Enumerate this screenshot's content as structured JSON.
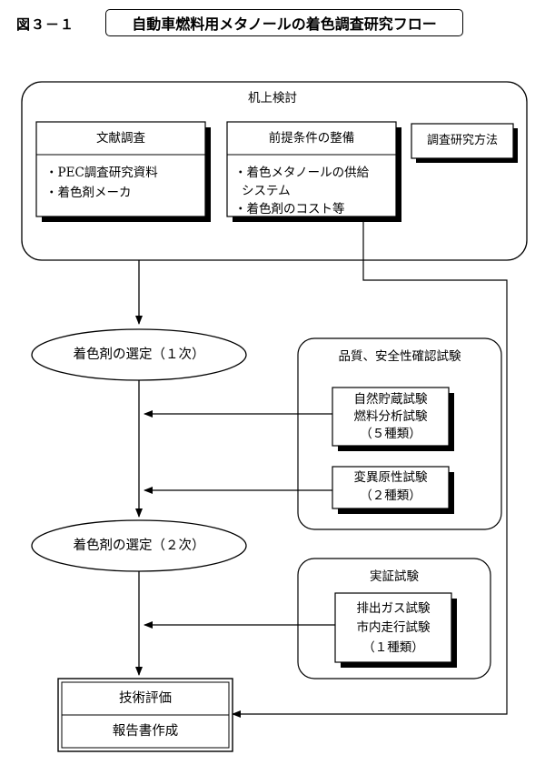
{
  "figure_label": "図３－１",
  "title": "自動車燃料用メタノールの着色調査研究フロー",
  "desk_study": {
    "heading": "机上検討",
    "literature": {
      "title": "文献調査",
      "items": [
        "・PEC調査研究資料",
        "・着色剤メーカ"
      ]
    },
    "prerequisites": {
      "title": "前提条件の整備",
      "items": [
        "・着色メタノールの供給",
        "システム",
        "・着色剤のコスト等"
      ]
    },
    "method": "調査研究方法"
  },
  "selection_1": "着色剤の選定（１次）",
  "quality_tests": {
    "heading": "品質、安全性確認試験",
    "box1": [
      "自然貯蔵試験",
      "燃料分析試験",
      "（５種類）"
    ],
    "box2": [
      "変異原性試験",
      "（２種類）"
    ]
  },
  "selection_2": "着色剤の選定（２次）",
  "demo_tests": {
    "heading": "実証試験",
    "box1": [
      "排出ガス試験",
      "市内走行試験",
      "（１種類）"
    ]
  },
  "final": {
    "evaluation": "技術評価",
    "report": "報告書作成"
  }
}
